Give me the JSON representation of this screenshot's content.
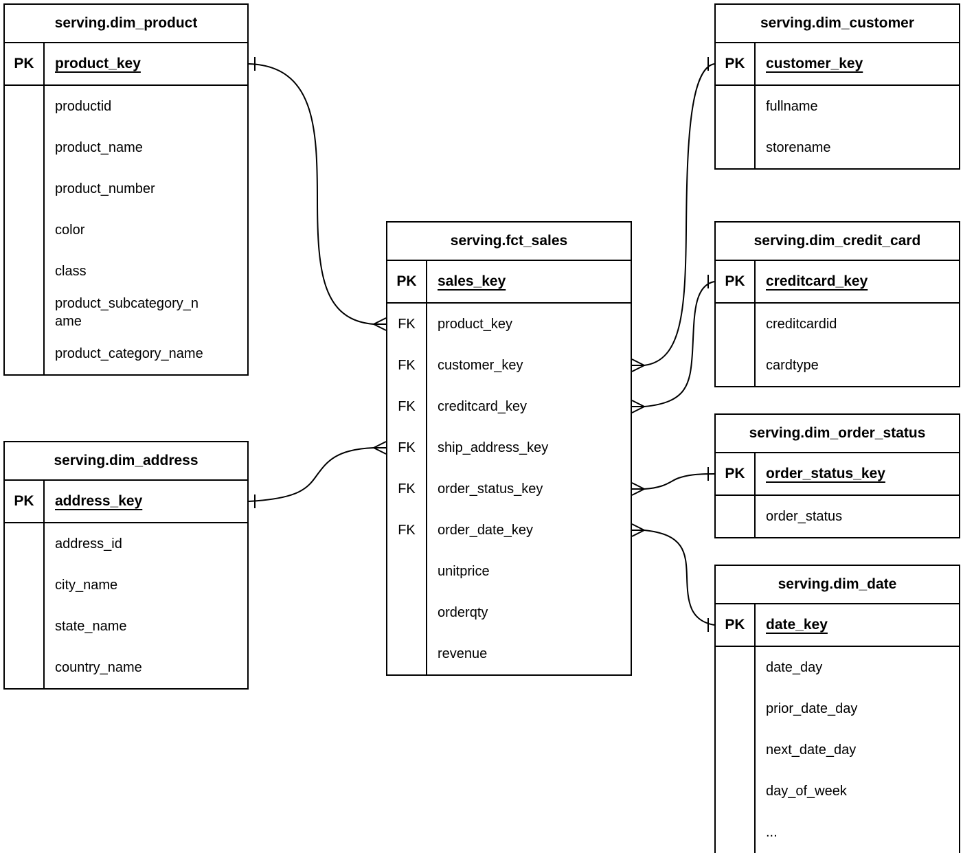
{
  "key_labels": {
    "pk": "PK",
    "fk": "FK"
  },
  "tables": {
    "dim_product": {
      "title": "serving.dim_product",
      "pk": "product_key",
      "fields": [
        "productid",
        "product_name",
        "product_number",
        "color",
        "class",
        "product_subcategory_name",
        "product_category_name"
      ]
    },
    "dim_customer": {
      "title": "serving.dim_customer",
      "pk": "customer_key",
      "fields": [
        "fullname",
        "storename"
      ]
    },
    "fct_sales": {
      "title": "serving.fct_sales",
      "pk": "sales_key",
      "foreign_keys": [
        "product_key",
        "customer_key",
        "creditcard_key",
        "ship_address_key",
        "order_status_key",
        "order_date_key"
      ],
      "measures": [
        "unitprice",
        "orderqty",
        "revenue"
      ]
    },
    "dim_credit_card": {
      "title": "serving.dim_credit_card",
      "pk": "creditcard_key",
      "fields": [
        "creditcardid",
        "cardtype"
      ]
    },
    "dim_order_status": {
      "title": "serving.dim_order_status",
      "pk": "order_status_key",
      "fields": [
        "order_status"
      ]
    },
    "dim_date": {
      "title": "serving.dim_date",
      "pk": "date_key",
      "fields": [
        "date_day",
        "prior_date_day",
        "next_date_day",
        "day_of_week",
        "..."
      ]
    },
    "dim_address": {
      "title": "serving.dim_address",
      "pk": "address_key",
      "fields": [
        "address_id",
        "city_name",
        "state_name",
        "country_name"
      ]
    }
  },
  "relationships": [
    {
      "from_table": "serving.fct_sales",
      "from_field": "product_key",
      "from_cardinality": "many",
      "to_table": "serving.dim_product",
      "to_field": "product_key",
      "to_cardinality": "one"
    },
    {
      "from_table": "serving.fct_sales",
      "from_field": "ship_address_key",
      "from_cardinality": "many",
      "to_table": "serving.dim_address",
      "to_field": "address_key",
      "to_cardinality": "one"
    },
    {
      "from_table": "serving.fct_sales",
      "from_field": "customer_key",
      "from_cardinality": "many",
      "to_table": "serving.dim_customer",
      "to_field": "customer_key",
      "to_cardinality": "one"
    },
    {
      "from_table": "serving.fct_sales",
      "from_field": "creditcard_key",
      "from_cardinality": "many",
      "to_table": "serving.dim_credit_card",
      "to_field": "creditcard_key",
      "to_cardinality": "one"
    },
    {
      "from_table": "serving.fct_sales",
      "from_field": "order_status_key",
      "from_cardinality": "many",
      "to_table": "serving.dim_order_status",
      "to_field": "order_status_key",
      "to_cardinality": "one"
    },
    {
      "from_table": "serving.fct_sales",
      "from_field": "order_date_key",
      "from_cardinality": "many",
      "to_table": "serving.dim_date",
      "to_field": "date_key",
      "to_cardinality": "one"
    }
  ],
  "colors": {
    "background": "#ffffff",
    "line": "#000000",
    "text": "#000000"
  }
}
